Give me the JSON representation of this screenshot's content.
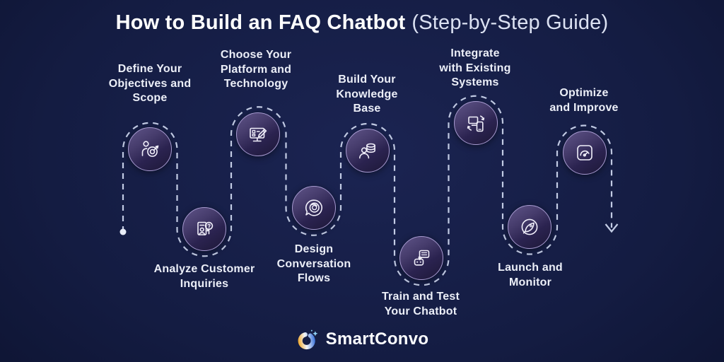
{
  "title": {
    "main": "How to Build an FAQ Chatbot",
    "suffix": "(Step-by-Step Guide)"
  },
  "steps": [
    {
      "label": "Define Your\nObjectives and\nScope",
      "icon": "objectives-target-icon",
      "row": "top"
    },
    {
      "label": "Analyze Customer\nInquiries",
      "icon": "customer-inquiries-icon",
      "row": "bottom"
    },
    {
      "label": "Choose Your\nPlatform and\nTechnology",
      "icon": "platform-technology-icon",
      "row": "top"
    },
    {
      "label": "Design\nConversation\nFlows",
      "icon": "conversation-flows-icon",
      "row": "bottom"
    },
    {
      "label": "Build Your\nKnowledge\nBase",
      "icon": "knowledge-base-icon",
      "row": "top"
    },
    {
      "label": "Train and Test\nYour Chatbot",
      "icon": "train-test-chatbot-icon",
      "row": "bottom"
    },
    {
      "label": "Integrate\nwith Existing\nSystems",
      "icon": "integrate-systems-icon",
      "row": "top"
    },
    {
      "label": "Launch and\nMonitor",
      "icon": "launch-monitor-icon",
      "row": "bottom"
    },
    {
      "label": "Optimize\nand Improve",
      "icon": "optimize-improve-icon",
      "row": "top"
    }
  ],
  "footer": {
    "brand": "SmartConvo"
  },
  "colors": {
    "background_center": "#1b2452",
    "background_edge": "#090e24",
    "circle_gradient_light": "#5f5488",
    "circle_gradient_dark": "#1d1837",
    "circle_border": "#a79ad0",
    "dashed_path": "#c3cce5",
    "title_text": "#ffffff",
    "label_text": "#ecexf8",
    "logo_orange": "#f2a31d",
    "logo_blue": "#2f6bd9",
    "logo_sparkle": "#8fd0f5"
  }
}
